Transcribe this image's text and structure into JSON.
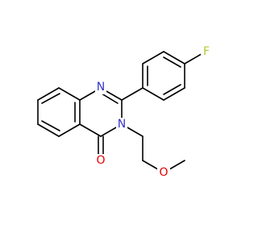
{
  "structure": {
    "atoms": [
      {
        "id": "F",
        "label": "F",
        "color": "#b4c82a"
      },
      {
        "id": "N1",
        "label": "N",
        "color": "#3333cc"
      },
      {
        "id": "N3",
        "label": "N",
        "color": "#3333cc"
      },
      {
        "id": "O4",
        "label": "O",
        "color": "#e00000"
      },
      {
        "id": "O2",
        "label": "O",
        "color": "#e00000"
      }
    ],
    "bond_color": "#000000"
  }
}
